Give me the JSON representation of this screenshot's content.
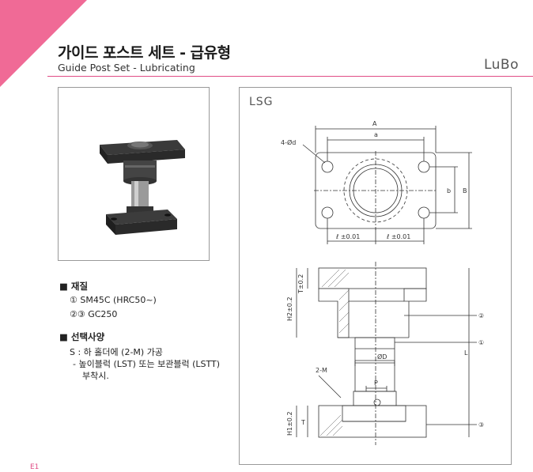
{
  "header": {
    "title_ko": "가이드 포스트 세트 - 급유형",
    "title_en": "Guide Post Set - Lubricating",
    "brand": "LuBo",
    "accent_color": "#e04d86",
    "corner_color": "#f06a96"
  },
  "material": {
    "heading": "재질",
    "items": [
      "① SM45C (HRC50~)",
      "②③ GC250"
    ]
  },
  "options": {
    "heading": "선택사양",
    "line1": "S : 하 홀더에 (2-M) 가공",
    "line2": "- 높이블럭 (LST) 또는 보관블럭 (LSTT)",
    "line3": "부착시."
  },
  "drawing": {
    "model": "LSG",
    "top": {
      "A": "A",
      "a": "a",
      "hole": "4-Ød",
      "b": "b",
      "B": "B",
      "l1": "ℓ ±0.01",
      "l2": "ℓ ±0.01"
    },
    "side": {
      "T": "T",
      "T2": "T±0.2",
      "H2": "H2±0.2",
      "H1": "H1±0.2",
      "M": "2-M",
      "D": "ØD",
      "P": "P",
      "L": "L",
      "c1": "①",
      "c2": "②",
      "c3": "③"
    }
  },
  "footer": {
    "mark": "E1"
  }
}
